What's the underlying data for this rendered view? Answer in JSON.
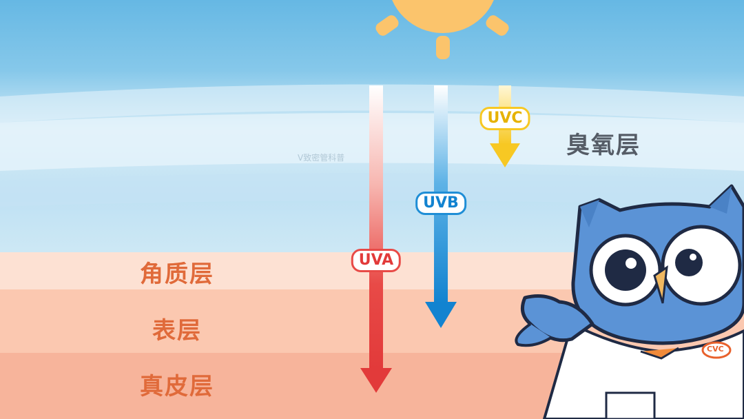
{
  "colors": {
    "sky_top": "#6fbde6",
    "sky_mid": "#bfe0f2",
    "ozone_band": "#d3eaf6",
    "stratum_corneum": "#fde0d2",
    "epidermis": "#fbc6ae",
    "dermis": "#f6b198",
    "sun": "#fbc46c",
    "uva": "#e84545",
    "uvb": "#1f8ed6",
    "uvc": "#f7c823",
    "owl_blue": "#5b93d6",
    "owl_dark": "#1f2a44"
  },
  "layers": {
    "ozone": "臭氧层",
    "stratum_corneum": "角质层",
    "epidermis": "表层",
    "dermis": "真皮层"
  },
  "rays": {
    "uva": "UVA",
    "uvb": "UVB",
    "uvc": "UVC"
  },
  "watermark": "V致密管科普",
  "owl_badge": "CVC",
  "icons": {
    "sun": "sun-icon",
    "owl": "owl-mascot"
  }
}
